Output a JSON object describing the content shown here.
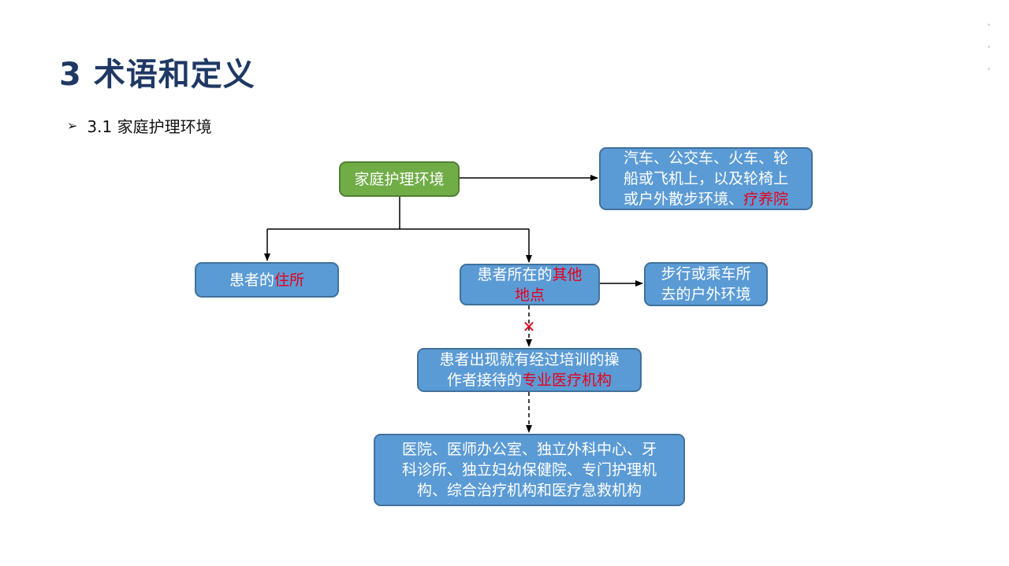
{
  "title": "3 术语和定义",
  "subtitle": {
    "bullet": "➢",
    "text": "3.1 家庭护理环境"
  },
  "nodes": {
    "root": {
      "text": "家庭护理环境",
      "color": "#70ad47"
    },
    "vehicles": {
      "line1": "汽车、公交车、火车、轮",
      "line2": "船或飞机上，以及轮椅上",
      "line3_plain": "或户外散步环境、",
      "line3_highlight": "疗养院"
    },
    "residence": {
      "plain": "患者的",
      "highlight": "住所"
    },
    "other_places": {
      "plain": "患者所在的",
      "highlight1": "其他",
      "highlight2": "地点"
    },
    "outdoor": {
      "line1": "步行或乘车所",
      "line2": "去的户外环境"
    },
    "facility": {
      "line1": "患者出现就有经过培训的操",
      "line2_plain": "作者接待的",
      "line2_highlight": "专业医疗机构"
    },
    "facility_list": {
      "line1": "医院、医师办公室、独立外科中心、牙",
      "line2": "科诊所、独立妇幼保健院、专门护理机",
      "line3": "构、综合治疗机构和医疗急救机构"
    }
  },
  "marks": {
    "exclusion": "✕"
  },
  "colors": {
    "title": "#1f3864",
    "box_blue": "#5b9bd5",
    "box_green": "#70ad47",
    "highlight": "#e8001c"
  }
}
